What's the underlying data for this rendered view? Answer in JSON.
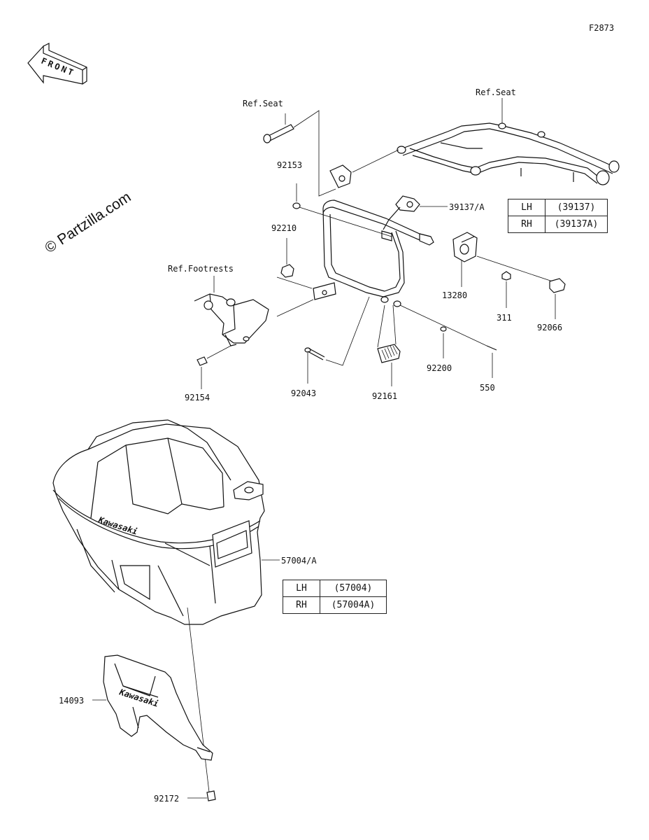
{
  "figure_code": "F2873",
  "watermark": "© Partzilla.com",
  "front_arrow": {
    "text": "FRONT",
    "icon": "front-direction-arrow-icon"
  },
  "references": {
    "seat_left": "Ref.Seat",
    "seat_right": "Ref.Seat",
    "footrests": "Ref.Footrests"
  },
  "part_numbers": {
    "p92153": "92153",
    "p39137A": "39137/A",
    "p92210": "92210",
    "p13280": "13280",
    "p311": "311",
    "p92066": "92066",
    "p92154": "92154",
    "p92043": "92043",
    "p92161": "92161",
    "p92200": "92200",
    "p550": "550",
    "p57004A": "57004/A",
    "p14093": "14093",
    "p92172": "92172"
  },
  "table_39137": [
    {
      "side": "LH",
      "code": "(39137)"
    },
    {
      "side": "RH",
      "code": "(39137A)"
    }
  ],
  "table_57004": [
    {
      "side": "LH",
      "code": "(57004)"
    },
    {
      "side": "RH",
      "code": "(57004A)"
    }
  ],
  "case_brand": "Kawasaki"
}
